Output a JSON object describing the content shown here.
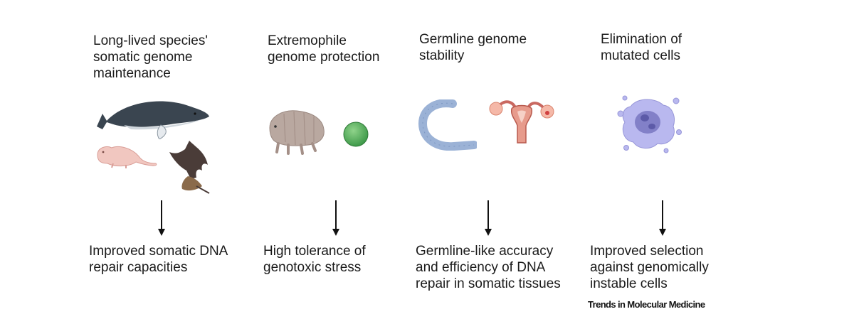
{
  "columns": [
    {
      "title": "Long-lived species'\nsomatic genome\nmaintenance",
      "outcome": "Improved somatic DNA\nrepair capacities"
    },
    {
      "title": "Extremophile\ngenome protection",
      "outcome": "High tolerance of\ngenotoxic stress"
    },
    {
      "title": "Germline genome\nstability",
      "outcome": "Germline-like accuracy\nand efficiency of DNA\nrepair in somatic tissues"
    },
    {
      "title": "Elimination of\nmutated cells",
      "outcome": "Improved selection\nagainst genomically\ninstable cells"
    }
  ],
  "illustrations": {
    "col1": [
      "whale-icon",
      "naked-mole-rat-icon",
      "bat-icon"
    ],
    "col2": [
      "tardigrade-icon",
      "green-cell-icon"
    ],
    "col3": [
      "chromosome-icon",
      "uterus-icon"
    ],
    "col4": [
      "apoptotic-cell-icon"
    ]
  },
  "footer": "Trends in Molecular Medicine"
}
